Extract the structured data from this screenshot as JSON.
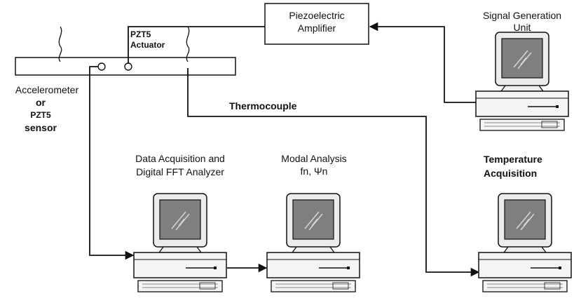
{
  "labels": {
    "amplifier_line1": "Piezoelectric",
    "amplifier_line2": "Amplifier",
    "pzt_actuator_line1": "PZT5",
    "pzt_actuator_line2": "Actuator",
    "signal_gen_line1": "Signal Generation",
    "signal_gen_line2": "Unit",
    "sensor_line1": "Accelerometer",
    "sensor_line2": "or",
    "sensor_line3": "PZT5",
    "sensor_line4": "sensor",
    "thermocouple": "Thermocouple",
    "daq_line1": "Data Acquisition and",
    "daq_line2": "Digital FFT Analyzer",
    "modal_line1": "Modal Analysis",
    "modal_line2": "fn, Ψn",
    "temp_line1": "Temperature",
    "temp_line2": "Acquisition"
  },
  "icons": {
    "computer": "desktop-computer-icon",
    "break": "wavy-break-icon",
    "node": "sensor-node-icon"
  },
  "colors": {
    "line": "#111111",
    "screen": "#7f7f7f",
    "bezel": "#ececec"
  }
}
